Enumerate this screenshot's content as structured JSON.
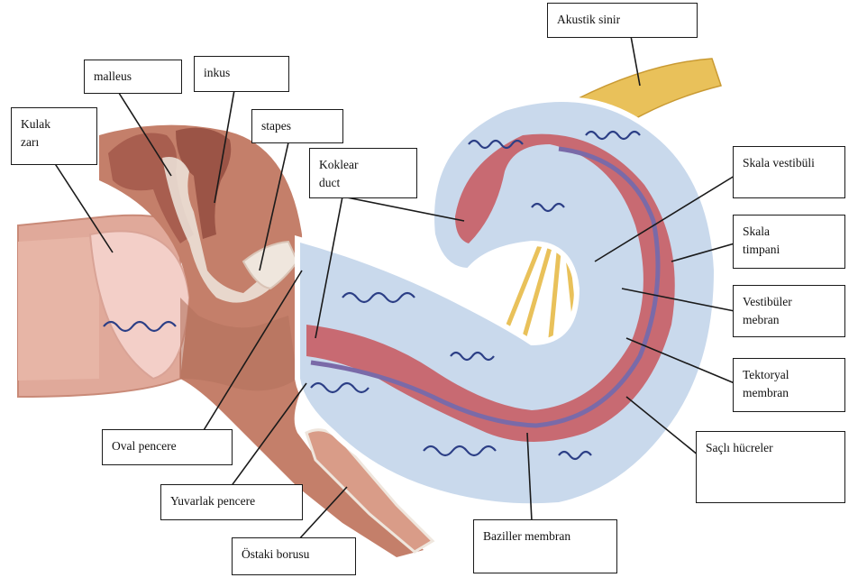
{
  "diagram": {
    "labels": {
      "akustik_sinir": "Akustik sinir",
      "malleus": "malleus",
      "inkus": "inkus",
      "kulak_zari": "Kulak\nzarı",
      "stapes": "stapes",
      "koklear_duct": "Koklear\nduct",
      "skala_vestibuli": "Skala vestibüli",
      "skala_timpani": "Skala\ntimpani",
      "vestibuler_membran": "Vestibüler\nmebran",
      "tektoryal_membran": "Tektoryal\nmembran",
      "sacli_hucreler": "Saçlı hücreler",
      "oval_pencere": "Oval pencere",
      "yuvarlak_pencere": "Yuvarlak pencere",
      "ostaki_borusu": "Östaki borusu",
      "baziller_membran": "Baziller membran"
    },
    "colors": {
      "ear_canal": "#e0a99a",
      "ear_canal_dark": "#c98a78",
      "eardrum": "#f3cfc8",
      "bone_tissue": "#c47f6a",
      "ossicle": "#a85e4f",
      "ossicle_light": "#efe6dd",
      "cochlea_fluid": "#c9d9ec",
      "cochlea_outline": "#ffffff",
      "cochlear_duct": "#c86a72",
      "membrane": "#7a6aa8",
      "nerve": "#e9c15a",
      "wave": "#2c3f86",
      "leader": "#1a1a1a"
    }
  }
}
